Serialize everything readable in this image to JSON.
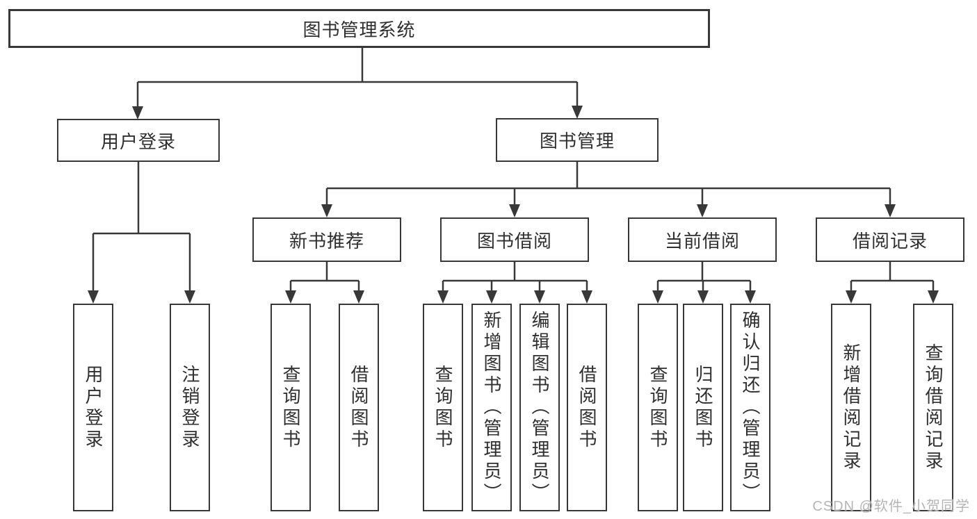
{
  "tree": {
    "label": "图书管理系统",
    "children": [
      {
        "label": "用户登录",
        "children": [
          {
            "label": "用户登录"
          },
          {
            "label": "注销登录"
          }
        ]
      },
      {
        "label": "图书管理",
        "children": [
          {
            "label": "新书推荐",
            "children": [
              {
                "label": "查询图书"
              },
              {
                "label": "借阅图书"
              }
            ]
          },
          {
            "label": "图书借阅",
            "children": [
              {
                "label": "查询图书"
              },
              {
                "label": "新增图书（管理员）"
              },
              {
                "label": "编辑图书（管理员）"
              },
              {
                "label": "借阅图书"
              }
            ]
          },
          {
            "label": "当前借阅",
            "children": [
              {
                "label": "查询图书"
              },
              {
                "label": "归还图书"
              },
              {
                "label": "确认归还（管理员）"
              }
            ]
          },
          {
            "label": "借阅记录",
            "children": [
              {
                "label": "新增借阅记录"
              },
              {
                "label": "查询借阅记录"
              }
            ]
          }
        ]
      }
    ]
  },
  "watermark": {
    "text": "CSDN @软件_小贺同学"
  },
  "colors": {
    "line": "#383838",
    "box_border": "#383838",
    "text": "#2f2f2f",
    "watermark": "#b5b5b5",
    "background": "#ffffff"
  }
}
